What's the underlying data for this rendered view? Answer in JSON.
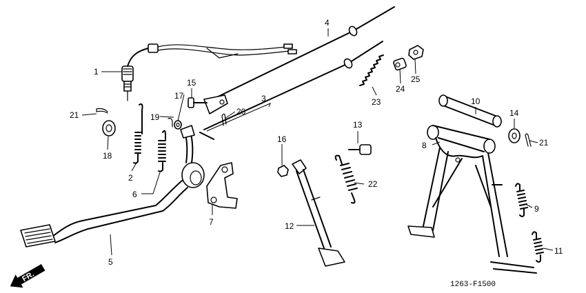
{
  "callouts": {
    "c1": "1",
    "c2": "2",
    "c3": "3",
    "c4": "4",
    "c5": "5",
    "c6": "6",
    "c7": "7",
    "c8": "8",
    "c9": "9",
    "c10": "10",
    "c11": "11",
    "c12": "12",
    "c13": "13",
    "c14": "14",
    "c15": "15",
    "c16": "16",
    "c17": "17",
    "c18": "18",
    "c19": "19",
    "c20": "20",
    "c21a": "21",
    "c21b": "21",
    "c22": "22",
    "c23": "23",
    "c24": "24",
    "c25": "25"
  },
  "direction_label": "FR.",
  "drawing_code": "1263-F1500"
}
